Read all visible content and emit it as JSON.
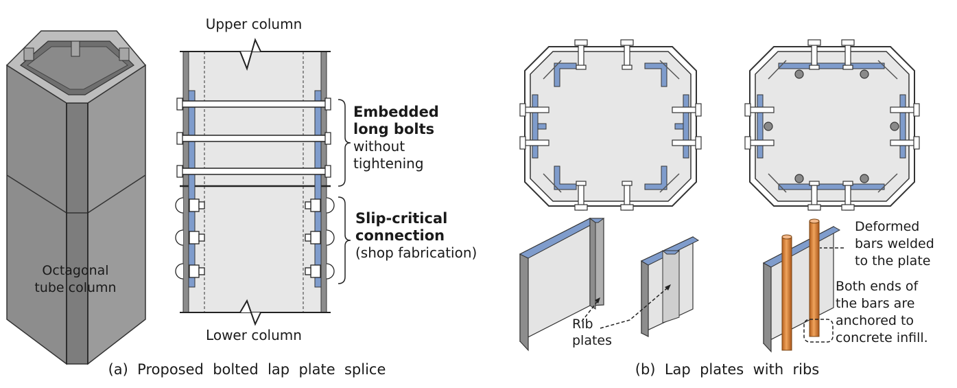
{
  "column_label": [
    "Octagonal",
    "tube column"
  ],
  "splice": {
    "upper_column": "Upper column",
    "lower_column": "Lower column",
    "embedded_title": [
      "Embedded",
      "long bolts"
    ],
    "embedded_note": [
      "without",
      "tightening"
    ],
    "slip_title": [
      "Slip-critical",
      "connection"
    ],
    "slip_note": "(shop fabrication)"
  },
  "ribs": {
    "rib_plates": [
      "Rib",
      "plates"
    ],
    "deformed_bars": [
      "Deformed",
      "bars welded",
      "to the plate"
    ],
    "bar_ends": [
      "Both ends of",
      "the bars are",
      "anchored to",
      "concrete infill."
    ]
  },
  "captions": {
    "a": "(a)  Proposed  bolted  lap  plate  splice",
    "b": "(b)  Lap  plates  with  ribs"
  },
  "colors": {
    "steel_blue": "#7f9ccc",
    "bar_copper": "#d9823a",
    "panel_gray": "#e7e7e7",
    "column_gray": "#8c8c8c"
  }
}
